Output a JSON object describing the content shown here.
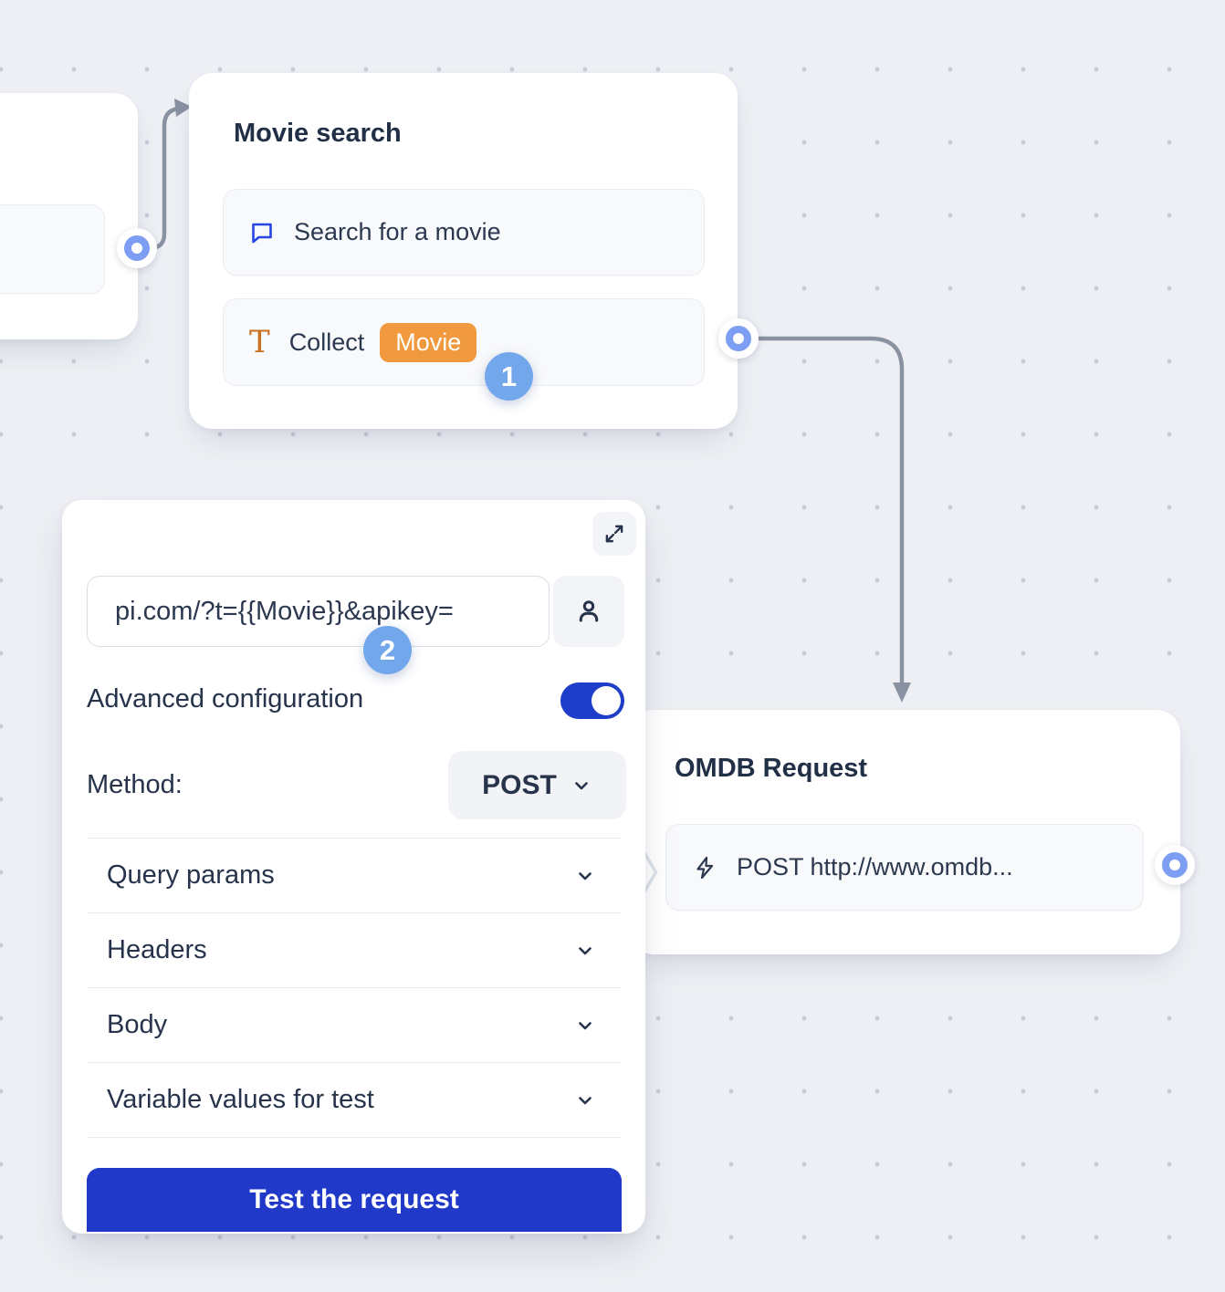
{
  "canvas": {
    "background": "#edeff4",
    "dot_color": "#c8ced9"
  },
  "colors": {
    "accent_blue": "#1e3dc9",
    "step_badge_blue": "#73a7ec",
    "connector_ring_blue": "#7d9ef2",
    "wire_gray": "#8a92a2",
    "chip_orange": "#f0993f",
    "serif_icon_orange": "#c8701f",
    "chat_icon_blue": "#2646e4",
    "text_dark": "#223047"
  },
  "movie_search_node": {
    "title": "Movie search",
    "items": [
      {
        "icon": "chat-bubble-icon",
        "label": "Search for a movie"
      },
      {
        "icon": "text-input-icon",
        "icon_glyph": "T",
        "label": "Collect",
        "variable_chip": "Movie"
      }
    ],
    "step_badge": "1"
  },
  "request_config_panel": {
    "expand_icon": "expand-icon",
    "url_input": {
      "value": "pi.com/?t={{Movie}}&apikey="
    },
    "user_icon": "user-icon",
    "step_badge": "2",
    "advanced_configuration": {
      "label": "Advanced configuration",
      "enabled": true
    },
    "method": {
      "label": "Method:",
      "value": "POST"
    },
    "sections": [
      {
        "label": "Query params"
      },
      {
        "label": "Headers"
      },
      {
        "label": "Body"
      },
      {
        "label": "Variable values for test"
      }
    ],
    "test_button_label": "Test the request"
  },
  "omdb_node": {
    "title": "OMDB Request",
    "items": [
      {
        "icon": "lightning-icon",
        "label": "POST http://www.omdb..."
      }
    ]
  }
}
